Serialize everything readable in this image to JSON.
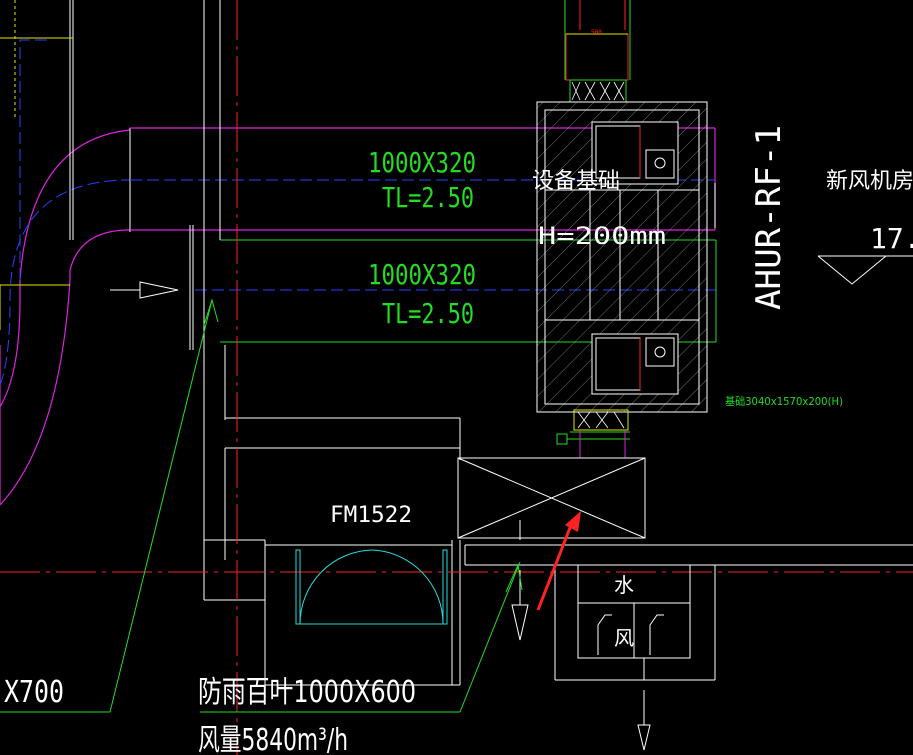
{
  "colors": {
    "background": "#000000",
    "white": "#ffffff",
    "green": "#22dd22",
    "magenta": "#dd22dd",
    "blue": "#2244ff",
    "red": "#ff2222",
    "yellow": "#e6e600",
    "cyan": "#22dddd",
    "gray": "#a0a0a0"
  },
  "duct_upper": {
    "size": "1000X320",
    "level": "TL=2.50"
  },
  "duct_lower": {
    "size": "1000X320",
    "level": "TL=2.50"
  },
  "equipment_base": {
    "label": "设备基础",
    "height": "H=200mm",
    "dims": "基础3040x1570x200(H)"
  },
  "unit_tag": "AHUR-RF-1",
  "room": {
    "name": "新风机房",
    "elevation": "17.",
    "elevation_icon": "elevation-triangle-icon"
  },
  "door_tag": "FM1522",
  "louver": {
    "label": "防雨百叶1000X600",
    "airflow": "风量5840m³/h",
    "left_partial": "X700"
  },
  "shaft": {
    "water": "水",
    "air": "风"
  },
  "small_tag": "500",
  "arrows": {
    "flow_arrow": "right-arrow-icon",
    "pointer": "red-pointer-arrow-icon"
  }
}
